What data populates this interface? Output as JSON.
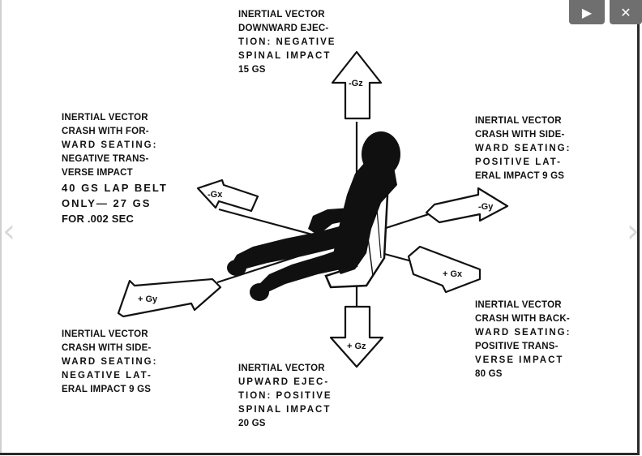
{
  "controls": {
    "play_icon": "play-icon",
    "close_icon": "close-icon",
    "prev_icon": "chevron-left-icon",
    "next_icon": "chevron-right-icon"
  },
  "arrows": {
    "neg_gz": "-Gz",
    "pos_gz": "+ Gz",
    "neg_gx": "-Gx",
    "pos_gx": "+ Gx",
    "neg_gy": "-Gy",
    "pos_gy": "+ Gy"
  },
  "labels": {
    "top": [
      "INERTIAL VECTOR",
      "DOWNWARD EJEC-",
      "TION: NEGATIVE",
      "SPINAL IMPACT",
      "15 Gs"
    ],
    "upper_left": [
      "INERTIAL VECTOR",
      "CRASH WITH FOR-",
      "WARD SEATING:",
      "NEGATIVE TRANS-",
      "VERSE IMPACT",
      "40 Gs LAP BELT",
      "ONLY— 27 Gs",
      "FOR .002 SEC"
    ],
    "upper_right": [
      "INERTIAL VECTOR",
      "CRASH WITH SIDE-",
      "WARD SEATING:",
      "POSITIVE LAT-",
      "ERAL IMPACT 9 Gs"
    ],
    "lower_right": [
      "INERTIAL VECTOR",
      "CRASH WITH BACK-",
      "WARD SEATING:",
      "POSITIVE TRANS-",
      "VERSE IMPACT",
      "80 Gs"
    ],
    "lower_left": [
      "INERTIAL VECTOR",
      "CRASH WITH SIDE-",
      "WARD SEATING:",
      "NEGATIVE LAT-",
      "ERAL IMPACT 9 Gs"
    ],
    "bottom": [
      "INERTIAL VECTOR",
      "UPWARD EJEC-",
      "TION: POSITIVE",
      "SPINAL IMPACT",
      "20 Gs"
    ]
  }
}
